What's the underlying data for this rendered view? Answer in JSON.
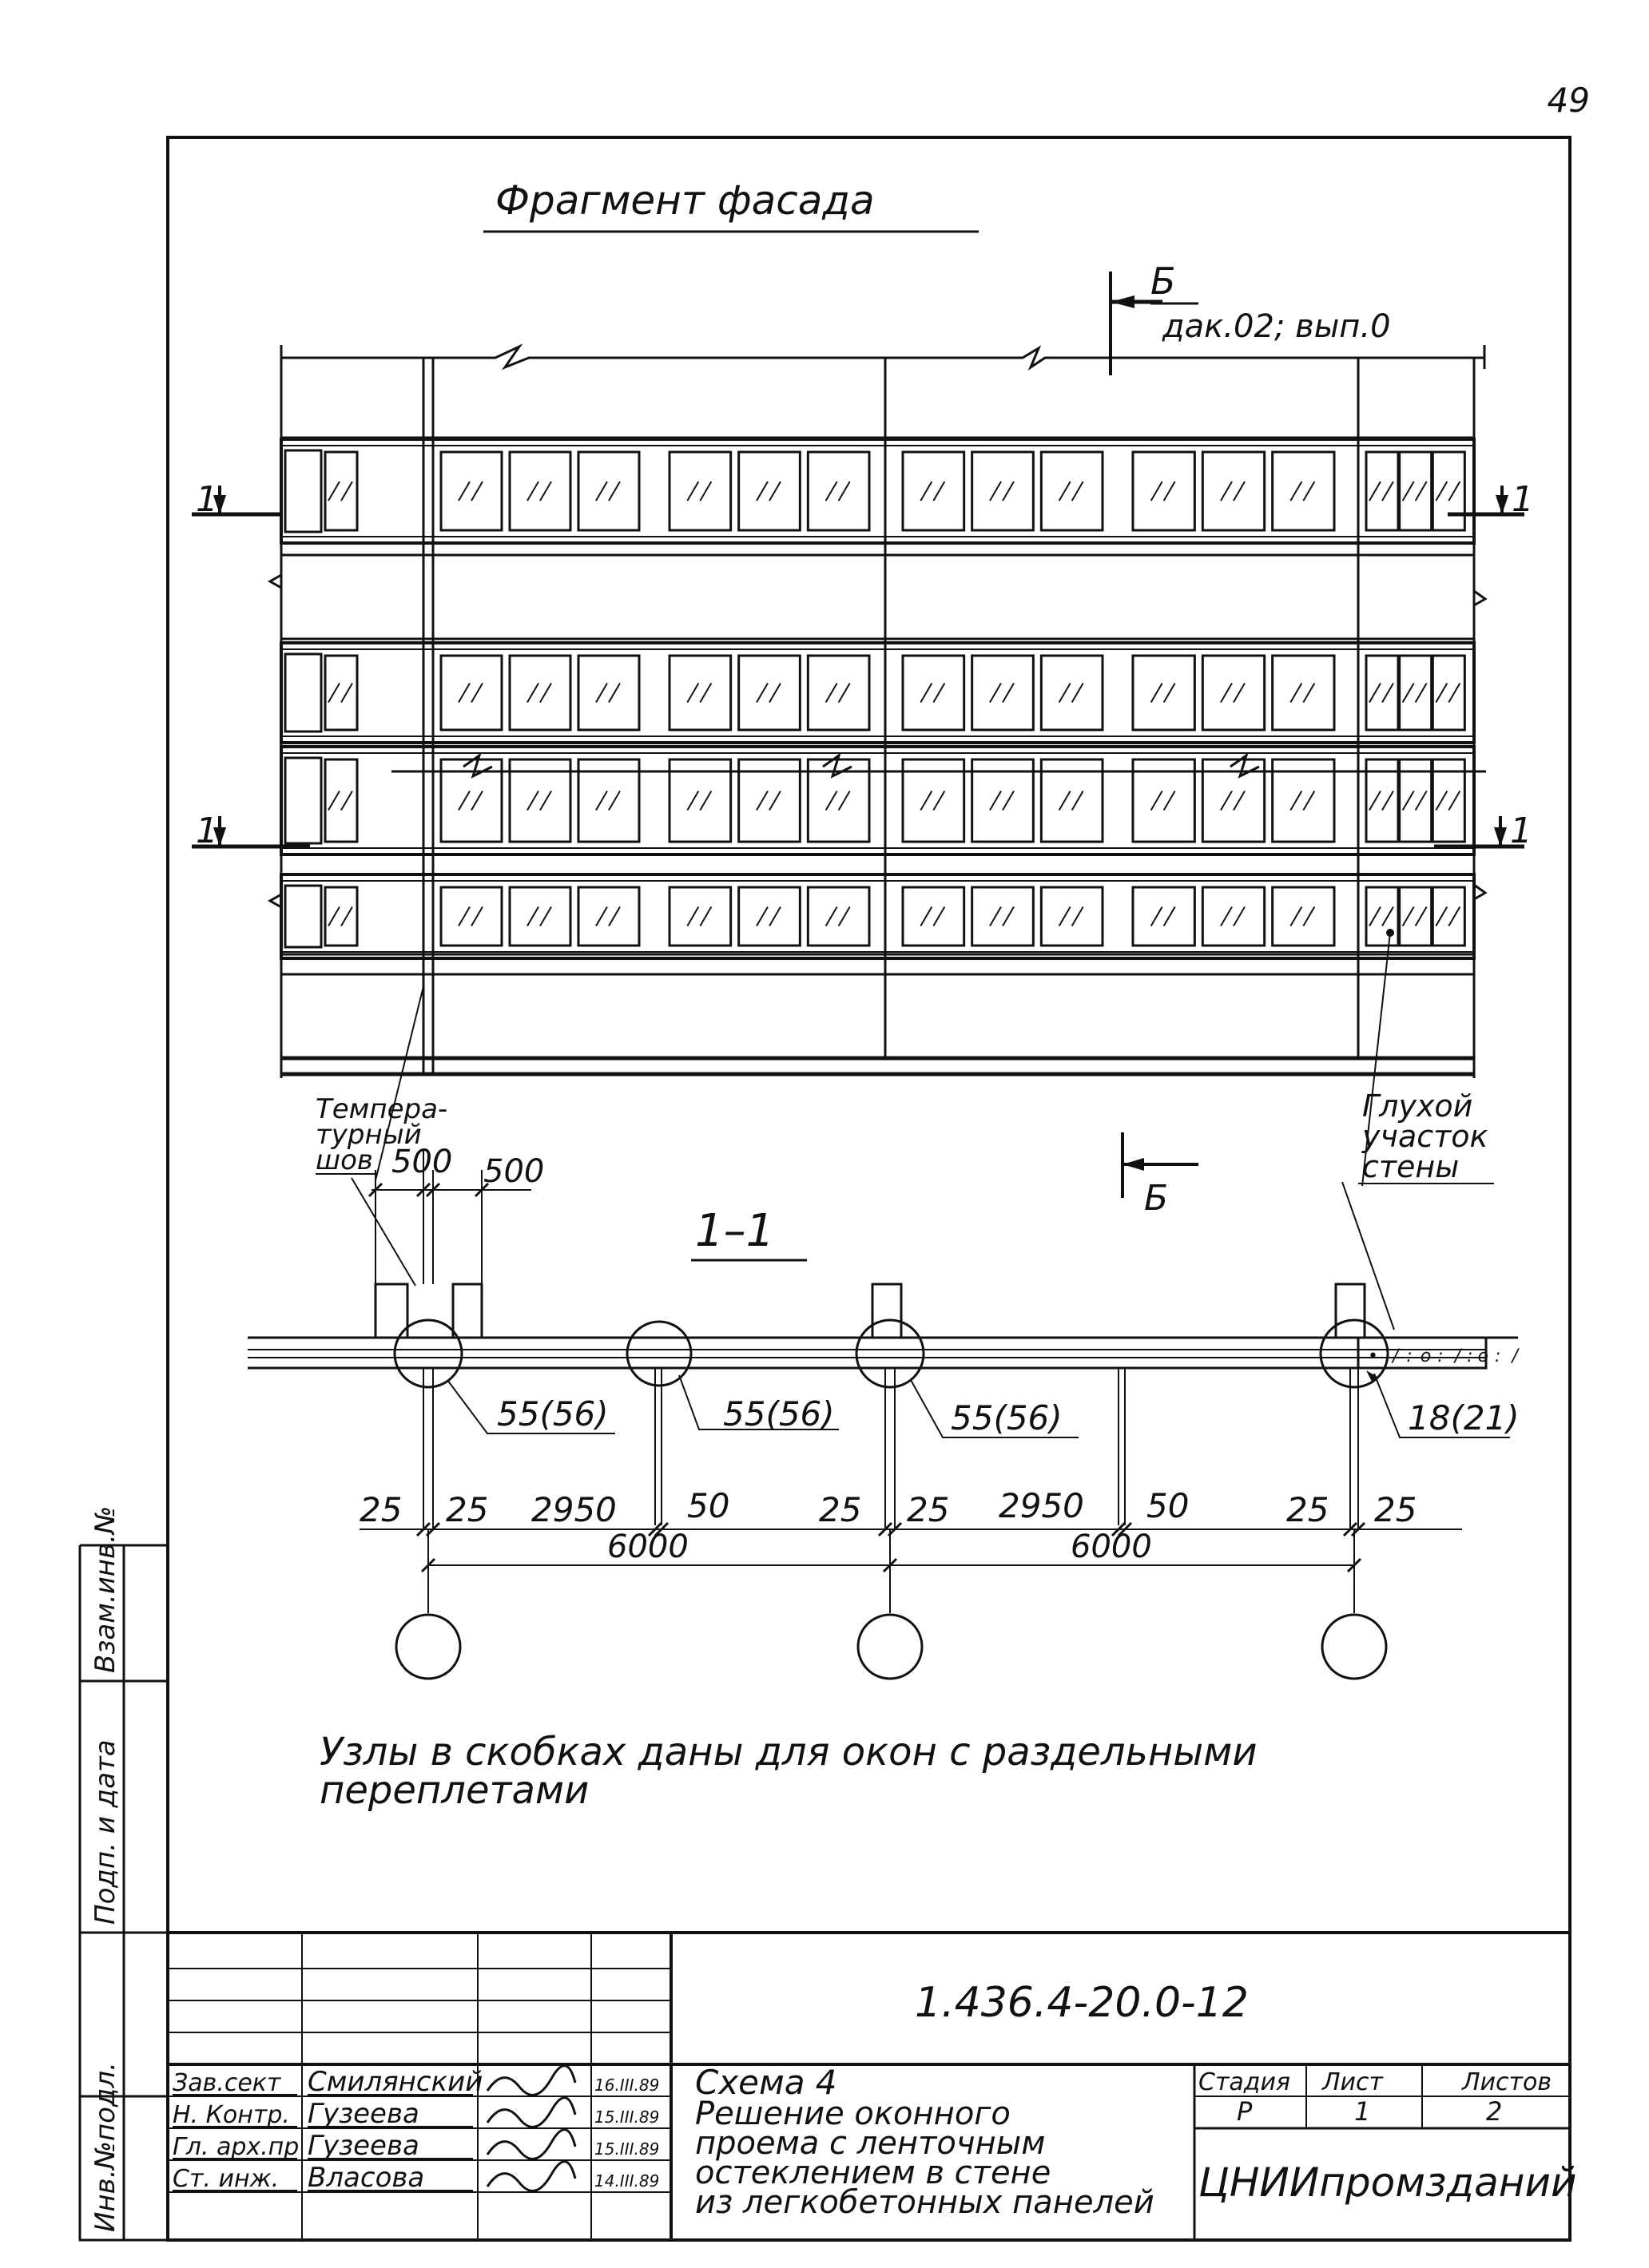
{
  "page_number": "49",
  "title": "Фрагмент фасада",
  "section_b": {
    "label": "Б",
    "ref": "дак.02; вып.0"
  },
  "section_b_lower": {
    "label": "Б"
  },
  "cut_1": "1",
  "section_1_1": "1–1",
  "temp_joint": {
    "l1": "Темпера-",
    "l2": "турный",
    "l3": "шов"
  },
  "blank_wall": {
    "l1": "Глухой",
    "l2": "участок",
    "l3": "стены"
  },
  "dims": {
    "d500a": "500",
    "d500b": "500",
    "d25a": "25",
    "d25b": "25",
    "d2950a": "2950",
    "d50a": "50",
    "d25c": "25",
    "d25d": "25",
    "d2950b": "2950",
    "d50b": "50",
    "d25e": "25",
    "d25f": "25",
    "d6000a": "6000",
    "d6000b": "6000"
  },
  "node_refs": {
    "n1": "55(56)",
    "n2": "55(56)",
    "n3": "55(56)",
    "n4": "18(21)"
  },
  "note": {
    "l1": "Узлы  в скобках   даны  для окон с раздельными",
    "l2": "переплетами"
  },
  "side_stamp": {
    "s1": "Взам.инв.№",
    "s2": "Подп. и дата",
    "s3": "Инв.№подл."
  },
  "title_block": {
    "code": "1.436.4-20.0-12",
    "rows": [
      {
        "role": "Зав.сект",
        "name": "Смилянский",
        "date": "16.III.89"
      },
      {
        "role": "Н. Контр.",
        "name": "Гузеева",
        "date": "15.III.89"
      },
      {
        "role": "Гл. арх.пр",
        "name": "Гузеева",
        "date": "15.III.89"
      },
      {
        "role": "Ст. инж.",
        "name": "Власова",
        "date": "14.III.89"
      }
    ],
    "desc": {
      "l1": "Схема 4",
      "l2": "Решение  оконного",
      "l3": "проема с ленточным",
      "l4": "остеклением в стене",
      "l5": "из легкобетонных панелей"
    },
    "stage_h": "Стадия",
    "sheet_h": "Лист",
    "sheets_h": "Листов",
    "stage": "Р",
    "sheet": "1",
    "sheets": "2",
    "org": "ЦНИИпромзданий"
  }
}
